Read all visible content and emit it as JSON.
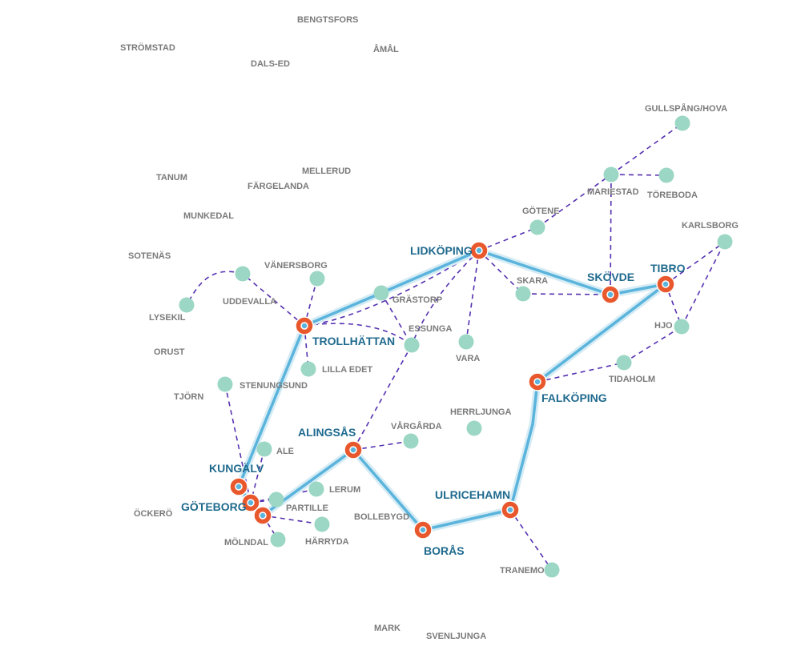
{
  "map": {
    "colors": {
      "trunk_line": "#5ab4dc",
      "trunk_halo": "#d6ecf5",
      "feeder_line": "#5530b0",
      "major_node_fill": "#e8582c",
      "major_node_center": "#5ab4dc",
      "minor_node": "#9bd7c4",
      "major_label": "#1f6a8e",
      "minor_label": "#7a7a7a"
    },
    "major_nodes": [
      {
        "id": "lidkoping",
        "label": "LIDKÖPING"
      },
      {
        "id": "trollhattan",
        "label": "TROLLHÄTTAN"
      },
      {
        "id": "skovde",
        "label": "SKÖVDE"
      },
      {
        "id": "tibro",
        "label": "TIBRO"
      },
      {
        "id": "falkoping",
        "label": "FALKÖPING"
      },
      {
        "id": "alingsas",
        "label": "ALINGSÅS"
      },
      {
        "id": "kungalv",
        "label": "KUNGÄLV"
      },
      {
        "id": "goteborg",
        "label": "GÖTEBORG"
      },
      {
        "id": "ulricehamn",
        "label": "ULRICEHAMN"
      },
      {
        "id": "boras",
        "label": "BORÅS"
      }
    ],
    "minor_nodes": [
      {
        "id": "gullspang",
        "label": "GULLSPÅNG/HOVA"
      },
      {
        "id": "mariestad",
        "label": "MARIESTAD"
      },
      {
        "id": "toreboda",
        "label": "TÖREBODA"
      },
      {
        "id": "gotene",
        "label": "GÖTENE"
      },
      {
        "id": "karlsborg",
        "label": "KARLSBORG"
      },
      {
        "id": "skara",
        "label": "SKARA"
      },
      {
        "id": "hjo",
        "label": "HJO"
      },
      {
        "id": "tidaholm",
        "label": "TIDAHOLM"
      },
      {
        "id": "vanersborg",
        "label": "VÄNERSBORG"
      },
      {
        "id": "uddevalla",
        "label": "UDDEVALLA"
      },
      {
        "id": "lysekil",
        "label": "LYSEKIL"
      },
      {
        "id": "grastorp",
        "label": "GRÄSTORP"
      },
      {
        "id": "essunga",
        "label": "ESSUNGA"
      },
      {
        "id": "vara",
        "label": "VARA"
      },
      {
        "id": "lilla_edet",
        "label": "LILLA EDET"
      },
      {
        "id": "stenungsund",
        "label": "STENUNGSUND"
      },
      {
        "id": "herrljunga",
        "label": "HERRLJUNGA"
      },
      {
        "id": "vargarda",
        "label": "VÅRGÅRDA"
      },
      {
        "id": "ale",
        "label": "ALE"
      },
      {
        "id": "lerum",
        "label": "LERUM"
      },
      {
        "id": "partille",
        "label": "PARTILLE"
      },
      {
        "id": "harryda",
        "label": "HÄRRYDA"
      },
      {
        "id": "molndal",
        "label": "MÖLNDAL"
      },
      {
        "id": "tranemo",
        "label": "TRANEMO"
      }
    ],
    "place_labels": [
      {
        "id": "bengtsfors",
        "label": "BENGTSFORS"
      },
      {
        "id": "stromstad",
        "label": "STRÖMSTAD"
      },
      {
        "id": "amal",
        "label": "ÅMÅL"
      },
      {
        "id": "dals_ed",
        "label": "DALS-ED"
      },
      {
        "id": "tanum",
        "label": "TANUM"
      },
      {
        "id": "mellerud",
        "label": "MELLERUD"
      },
      {
        "id": "fargelanda",
        "label": "FÄRGELANDA"
      },
      {
        "id": "munkedal",
        "label": "MUNKEDAL"
      },
      {
        "id": "sotenas",
        "label": "SOTENÄS"
      },
      {
        "id": "orust",
        "label": "ORUST"
      },
      {
        "id": "tjorn",
        "label": "TJÖRN"
      },
      {
        "id": "ockero",
        "label": "ÖCKERÖ"
      },
      {
        "id": "bollebygd",
        "label": "BOLLEBYGD"
      },
      {
        "id": "mark",
        "label": "MARK"
      },
      {
        "id": "svenljunga",
        "label": "SVENLJUNGA"
      }
    ]
  }
}
